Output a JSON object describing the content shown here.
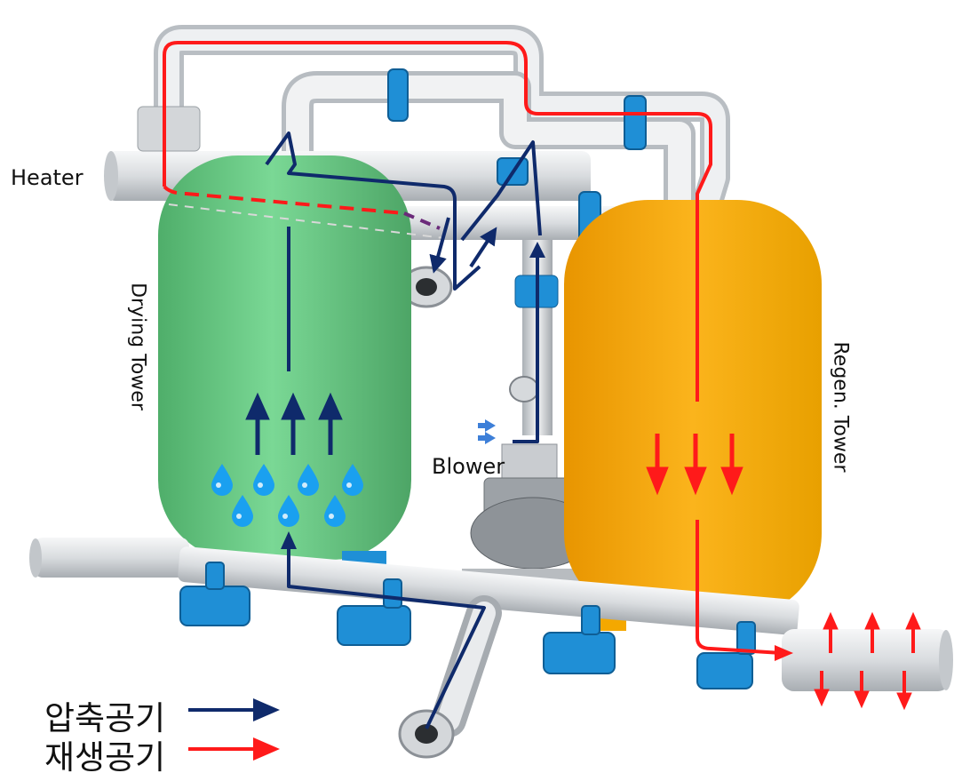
{
  "labels": {
    "heater": "Heater",
    "drying_tower": "Drying Tower",
    "regen_tower": "Regen. Tower",
    "blower": "Blower"
  },
  "legend": [
    {
      "label": "압축공기",
      "color": "#0f2a6b"
    },
    {
      "label": "재생공기",
      "color": "#ff1a1a"
    }
  ],
  "colors": {
    "drying_tower": "#6fce8a",
    "regen_tower": "#f7ac12",
    "pipe": "#e8eaec",
    "valve": "#1f8fd6",
    "compressed_air": "#0f2a6b",
    "regen_air": "#ff1a1a",
    "water_drop": "#1aa0f0"
  },
  "icons": [
    "water-drop-icon",
    "up-arrow-icon",
    "down-arrow-icon",
    "blower-input-arrow-icon"
  ]
}
